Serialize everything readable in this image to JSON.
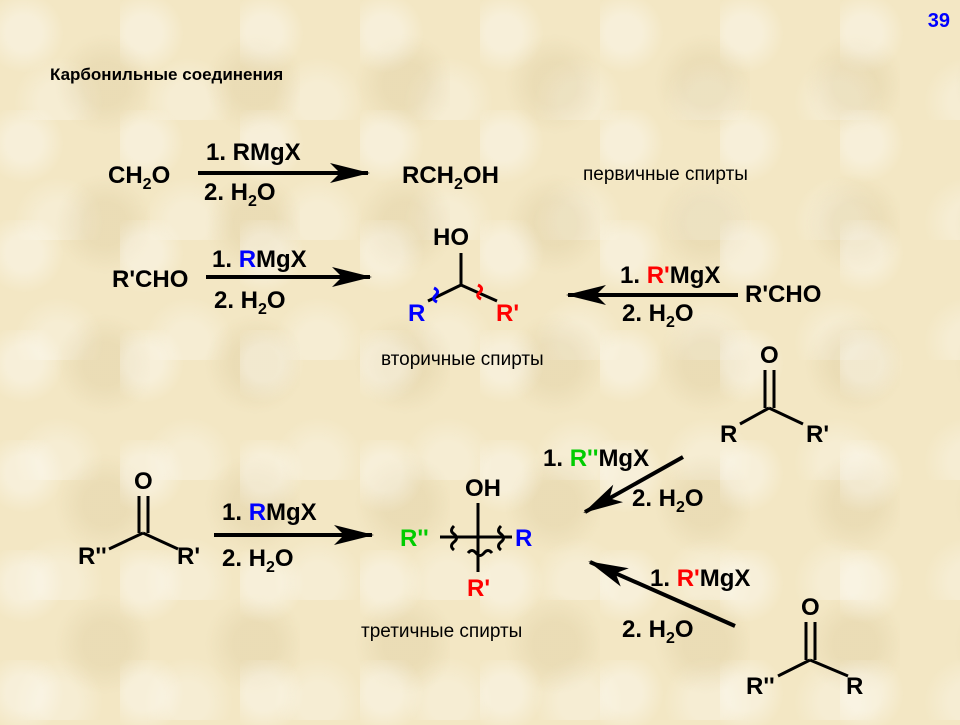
{
  "page_number": "39",
  "title": "Карбонильные соединения",
  "labels": {
    "primary": "первичные спирты",
    "secondary": "вторичные спирты",
    "tertiary": "третичные спирты"
  },
  "colors": {
    "red": "#ff0000",
    "blue": "#0000ff",
    "green": "#00cc00",
    "background": "#f3e7c4"
  },
  "row1": {
    "reactant_main": "CH",
    "reactant_sub": "2",
    "reactant_tail": "O",
    "step1": "1. RMgX",
    "step2_main": "2. H",
    "step2_sub": "2",
    "step2_tail": "O",
    "product_main": "RCH",
    "product_sub": "2",
    "product_tail": "OH"
  },
  "row2": {
    "left_reactant": "R'CHO",
    "left_step1_num": "1. ",
    "left_step1_r": "R",
    "left_step1_tail": "MgX",
    "left_step2_main": "2. H",
    "left_step2_sub": "2",
    "left_step2_tail": "O",
    "product_oh": "HO",
    "product_r": "R",
    "product_r1": "R'",
    "right_step1_num": "1. ",
    "right_step1_r": "R'",
    "right_step1_tail": "MgX",
    "right_step2_main": "2. H",
    "right_step2_sub": "2",
    "right_step2_tail": "O",
    "right_reactant": "R'CHO"
  },
  "row3": {
    "ketone_top": {
      "o": "O",
      "r": "R",
      "r1": "R'"
    },
    "upper_step1_num": "1. ",
    "upper_step1_r": "R''",
    "upper_step1_tail": "MgX",
    "upper_step2_main": "2. H",
    "upper_step2_sub": "2",
    "upper_step2_tail": "O",
    "ketone_left": {
      "o": "O",
      "r2": "R''",
      "r1": "R'"
    },
    "left_step1_num": "1. ",
    "left_step1_r": "R",
    "left_step1_tail": "MgX",
    "left_step2_main": "2. H",
    "left_step2_sub": "2",
    "left_step2_tail": "O",
    "product": {
      "oh": "OH",
      "r2": "R''",
      "r": "R",
      "r1": "R'"
    },
    "lower_step1_num": "1. ",
    "lower_step1_r": "R'",
    "lower_step1_tail": "MgX",
    "lower_step2_main": "2. H",
    "lower_step2_sub": "2",
    "lower_step2_tail": "O",
    "ketone_bottom": {
      "o": "O",
      "r2": "R''",
      "r": "R"
    }
  }
}
